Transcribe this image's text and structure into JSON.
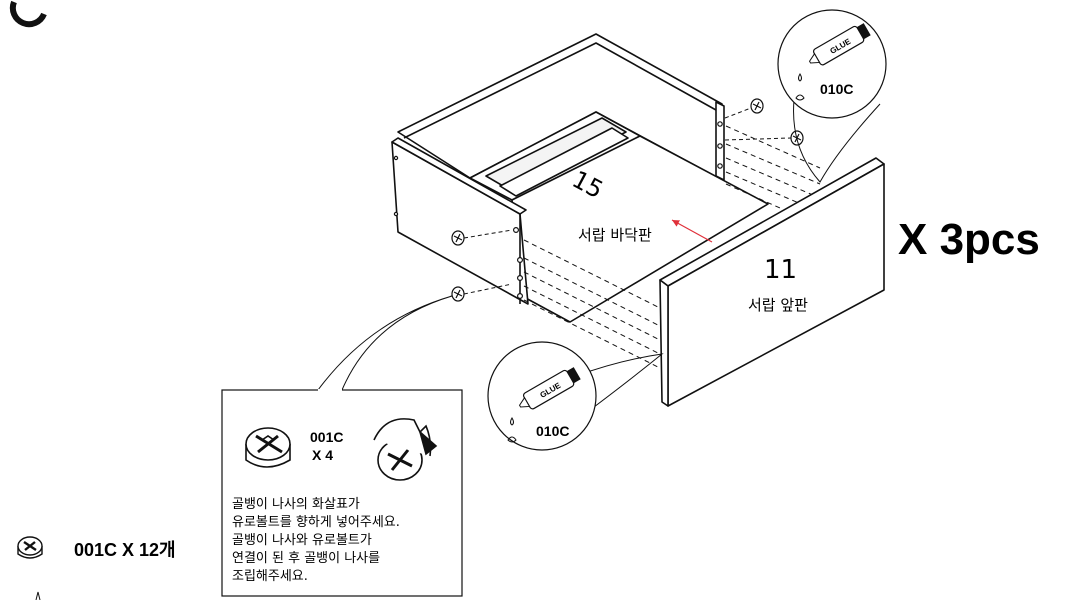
{
  "quantity_label": "X 3pcs",
  "parts": {
    "bottom_panel": {
      "number": "15",
      "name": "서랍 바닥판"
    },
    "front_panel": {
      "number": "11",
      "name": "서랍 앞판"
    }
  },
  "glue": {
    "tube_text": "GLUE",
    "code": "010C"
  },
  "cam_box": {
    "code": "001C",
    "count": "X 4",
    "instructions": [
      "골뱅이 나사의 화살표가",
      "유로볼트를 향하게 넣어주세요.",
      "골뱅이 나사와 유로볼트가",
      "연결이 된 후 골뱅이 나사를",
      "조립해주세요."
    ]
  },
  "hardware_total": "001C X 12개",
  "colors": {
    "arrow": "#e0303a",
    "line": "#111111"
  }
}
